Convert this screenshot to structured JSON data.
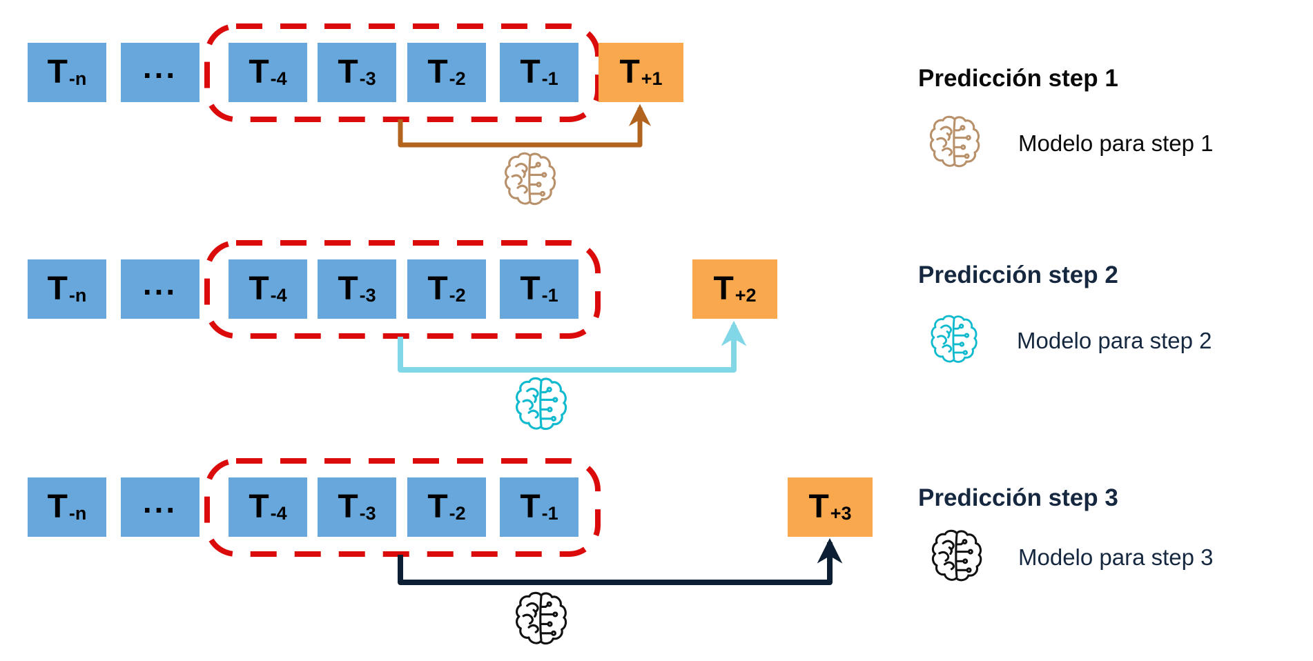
{
  "colors": {
    "background": "#ffffff",
    "history_box": "#67a7db",
    "prediction_box": "#f9a84d",
    "window_outline": "#db0b0b",
    "box_text": "#000000"
  },
  "diagram": {
    "rows": [
      {
        "name": "prediction-step-1",
        "boxes": [
          {
            "main": "T",
            "sub": "-n"
          },
          {
            "main": "...",
            "sub": ""
          },
          {
            "main": "T",
            "sub": "-4"
          },
          {
            "main": "T",
            "sub": "-3"
          },
          {
            "main": "T",
            "sub": "-2"
          },
          {
            "main": "T",
            "sub": "-1"
          }
        ],
        "prediction": {
          "main": "T",
          "sub": "+1"
        },
        "arrow_color": "#b2641e",
        "model_icon_color": "#b89069"
      },
      {
        "name": "prediction-step-2",
        "boxes": [
          {
            "main": "T",
            "sub": "-n"
          },
          {
            "main": "...",
            "sub": ""
          },
          {
            "main": "T",
            "sub": "-4"
          },
          {
            "main": "T",
            "sub": "-3"
          },
          {
            "main": "T",
            "sub": "-2"
          },
          {
            "main": "T",
            "sub": "-1"
          }
        ],
        "prediction": {
          "main": "T",
          "sub": "+2"
        },
        "arrow_color": "#82d7e7",
        "model_icon_color": "#0fb9ce"
      },
      {
        "name": "prediction-step-3",
        "boxes": [
          {
            "main": "T",
            "sub": "-n"
          },
          {
            "main": "...",
            "sub": ""
          },
          {
            "main": "T",
            "sub": "-4"
          },
          {
            "main": "T",
            "sub": "-3"
          },
          {
            "main": "T",
            "sub": "-2"
          },
          {
            "main": "T",
            "sub": "-1"
          }
        ],
        "prediction": {
          "main": "T",
          "sub": "+3"
        },
        "arrow_color": "#0d1f33",
        "model_icon_color": "#111111"
      }
    ]
  },
  "legend": {
    "entries": [
      {
        "title": "Predicción step 1",
        "model_label": "Modelo para step 1",
        "icon_color": "#b89069",
        "title_color": "#0a0a0a",
        "label_color": "#0a0a0a"
      },
      {
        "title": "Predicción step 2",
        "model_label": "Modelo para step 2",
        "icon_color": "#0fb9ce",
        "title_color": "#15283f",
        "label_color": "#15283f"
      },
      {
        "title": "Predicción step 3",
        "model_label": "Modelo para step 3",
        "icon_color": "#111111",
        "title_color": "#15283f",
        "label_color": "#15283f"
      }
    ]
  }
}
